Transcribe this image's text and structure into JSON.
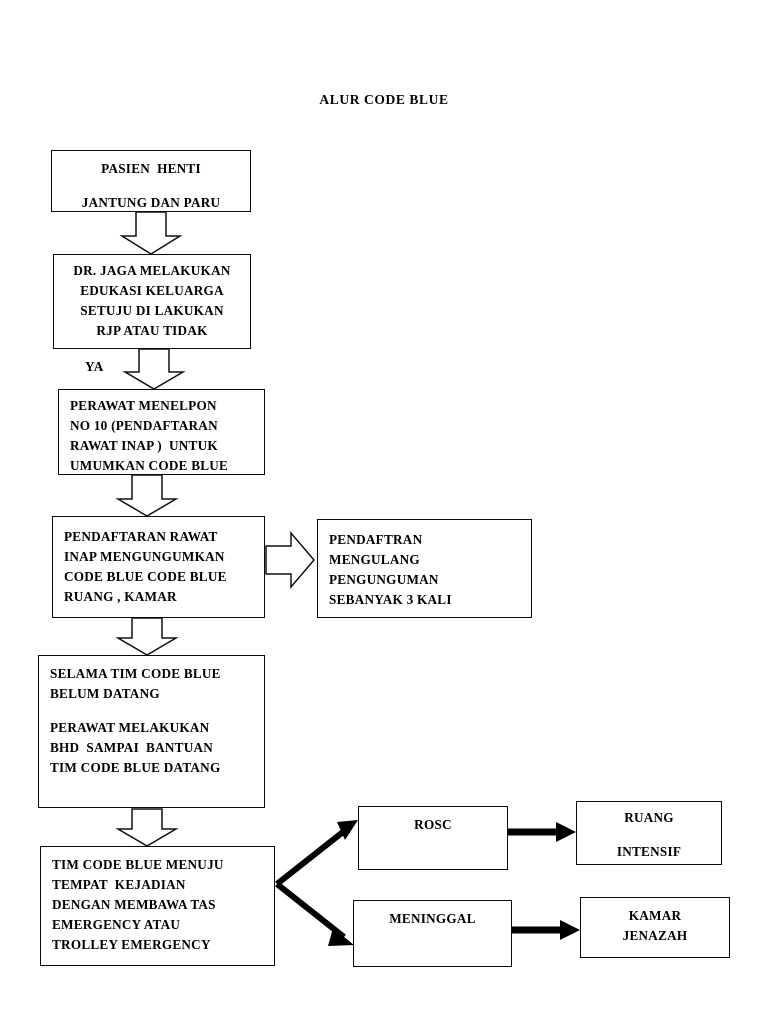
{
  "page": {
    "title": "ALUR CODE BLUE",
    "background": "#ffffff",
    "ink": "#000000"
  },
  "nodes": {
    "pasien_henti": {
      "line1": "PASIEN  HENTI",
      "line2": "JANTUNG DAN PARU"
    },
    "dr_jaga": {
      "line1": "DR. JAGA MELAKUKAN",
      "line2": "EDUKASI KELUARGA",
      "line3": "SETUJU DI LAKUKAN",
      "line4": "RJP ATAU TIDAK"
    },
    "perawat_menelpon": {
      "line1": "PERAWAT MENELPON",
      "line2": "NO 10 (PENDAFTARAN",
      "line3": "RAWAT INAP )  UNTUK",
      "line4": "UMUMKAN CODE BLUE"
    },
    "pendaftaran_rawat_inap": {
      "line1": "PENDAFTARAN RAWAT",
      "line2": "INAP MENGUNGUMKAN",
      "line3": "CODE BLUE CODE BLUE",
      "line4": "RUANG , KAMAR"
    },
    "pendaftran_mengulang": {
      "line1": "PENDAFTRAN",
      "line2": "MENGULANG",
      "line3": "PENGUNGUMAN",
      "line4": "SEBANYAK 3 KALI"
    },
    "selama_tim": {
      "line1": "SELAMA TIM CODE BLUE",
      "line2": "BELUM DATANG",
      "line3": "PERAWAT MELAKUKAN",
      "line4": "BHD  SAMPAI  BANTUAN",
      "line5": "TIM CODE BLUE DATANG"
    },
    "tim_menuju": {
      "line1": "TIM CODE BLUE MENUJU",
      "line2": "TEMPAT  KEJADIAN",
      "line3": "DENGAN MEMBAWA TAS",
      "line4": "EMERGENCY ATAU",
      "line5": "TROLLEY EMERGENCY"
    },
    "rosc": {
      "line1": "ROSC"
    },
    "ruang_intensif": {
      "line1": "RUANG",
      "line2": "INTENSIF"
    },
    "meninggal": {
      "line1": "MENINGGAL"
    },
    "kamar_jenazah": {
      "line1": "KAMAR",
      "line2": "JENAZAH"
    }
  },
  "labels": {
    "ya": "YA"
  },
  "connectors": [
    {
      "name": "arrow-pasien-to-drjaga",
      "style": "hollow-block",
      "direction": "down"
    },
    {
      "name": "arrow-drjaga-to-perawat",
      "style": "hollow-block",
      "direction": "down"
    },
    {
      "name": "arrow-perawat-to-pendaftaran",
      "style": "hollow-block",
      "direction": "down"
    },
    {
      "name": "arrow-pendaftaran-to-mengulang",
      "style": "hollow-block",
      "direction": "right"
    },
    {
      "name": "arrow-pendaftaran-to-selama",
      "style": "hollow-block",
      "direction": "down"
    },
    {
      "name": "arrow-selama-to-timmenuju",
      "style": "hollow-block",
      "direction": "down"
    },
    {
      "name": "arrow-timmenuju-to-rosc",
      "style": "solid-line",
      "direction": "up-right"
    },
    {
      "name": "arrow-timmenuju-to-meninggal",
      "style": "solid-line",
      "direction": "down-right"
    },
    {
      "name": "arrow-rosc-to-ruangintensif",
      "style": "solid-line",
      "direction": "right"
    },
    {
      "name": "arrow-meninggal-to-kamarjenazah",
      "style": "solid-line",
      "direction": "right"
    }
  ]
}
